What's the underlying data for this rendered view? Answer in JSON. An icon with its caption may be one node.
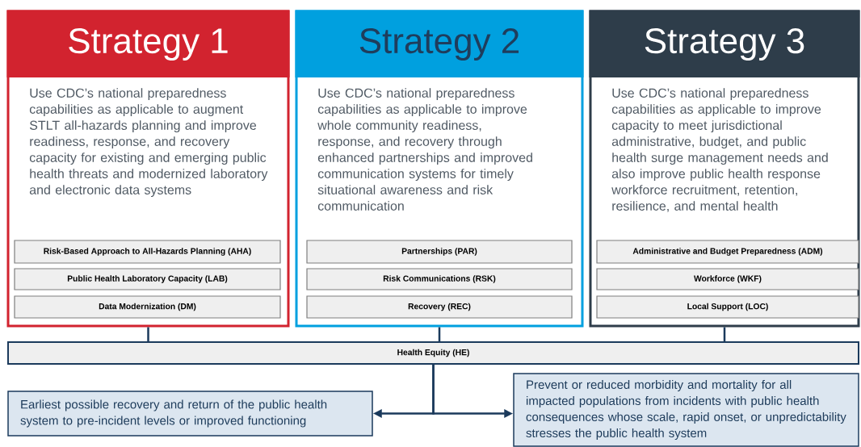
{
  "diagram": {
    "nodes": [
      {
        "text": [
          "Strategy 1",
          "Use CDC’s national preparedness capabilities as applicable to augment STLT all-hazards planning and improve readiness, response, and recovery capacity for existing and emerging public health threats and modernized laboratory and electronic data systems"
        ]
      },
      {
        "text": [
          "Risk-Based Approach to All-Hazards Planning (AHA)"
        ],
        "in": 0
      },
      {
        "text": [
          "Public Health Laboratory Capacity (LAB)"
        ],
        "in": 0
      },
      {
        "text": [
          "Data Modernization (DM)"
        ],
        "in": 0
      },
      {
        "text": [
          "Strategy 2",
          "Use CDC’s national preparedness capabilities as applicable to improve whole community readiness, response, and recovery through enhanced partnerships and improved communication systems for timely situational awareness and risk communication"
        ]
      },
      {
        "text": [
          "Partnerships (PAR)"
        ],
        "in": 4
      },
      {
        "text": [
          "Risk Communications (RSK)"
        ],
        "in": 4
      },
      {
        "text": [
          "Recovery (REC)"
        ],
        "in": 4
      },
      {
        "text": [
          "Strategy 3",
          "Use CDC’s national preparedness capabilities as applicable to improve capacity to meet jurisdictional administrative, budget, and public health surge management needs and also improve public health response workforce recruitment, retention, resilience, and mental health"
        ]
      },
      {
        "text": [
          "Administrative and Budget Preparedness (ADM)"
        ],
        "in": 8
      },
      {
        "text": [
          "Workforce (WKF)"
        ],
        "in": 8
      },
      {
        "text": [
          "Local Support (LOC)"
        ],
        "in": 8
      },
      {
        "text": [
          "Health Equity (HE)"
        ]
      },
      {
        "text": [
          "Earliest possible recovery and return of the public health system to pre-incident levels or improved functioning"
        ]
      },
      {
        "text": [
          "Prevent or reduced morbidity and mortality for all impacted populations from incidents with public health consequences whose scale, rapid onset, or unpredictability stresses the public health system"
        ]
      }
    ],
    "edges": [
      {
        "from": 0,
        "to": 12,
        "arrow": "none"
      },
      {
        "from": 4,
        "to": 12,
        "arrow": "none"
      },
      {
        "from": 8,
        "to": 12,
        "arrow": "none"
      },
      {
        "from": 12,
        "to": 13,
        "arrow": "to"
      },
      {
        "from": 12,
        "to": 14,
        "arrow": "to"
      }
    ]
  }
}
